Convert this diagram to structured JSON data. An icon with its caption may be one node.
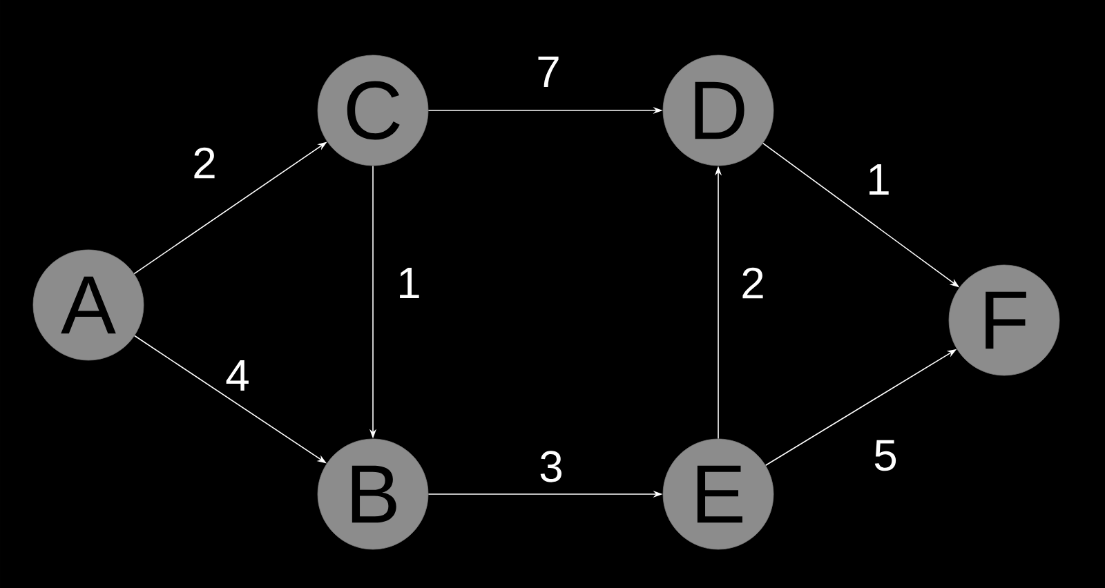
{
  "diagram": {
    "nodes": [
      {
        "text": [
          "A"
        ]
      },
      {
        "text": [
          "C"
        ]
      },
      {
        "text": [
          "D"
        ]
      },
      {
        "text": [
          "F"
        ]
      },
      {
        "text": [
          "B"
        ]
      },
      {
        "text": [
          "E"
        ]
      }
    ],
    "edges": [
      {
        "from": 0,
        "to": 1,
        "arrow": "to",
        "label": "2"
      },
      {
        "from": 0,
        "to": 4,
        "arrow": "to",
        "label": "4"
      },
      {
        "from": 1,
        "to": 2,
        "arrow": "to",
        "label": "7"
      },
      {
        "from": 1,
        "to": 4,
        "arrow": "to",
        "label": "1"
      },
      {
        "from": 4,
        "to": 5,
        "arrow": "to",
        "label": "3"
      },
      {
        "from": 5,
        "to": 2,
        "arrow": "to",
        "label": "2"
      },
      {
        "from": 2,
        "to": 3,
        "arrow": "to",
        "label": "1"
      },
      {
        "from": 5,
        "to": 3,
        "arrow": "to",
        "label": "5"
      }
    ]
  }
}
